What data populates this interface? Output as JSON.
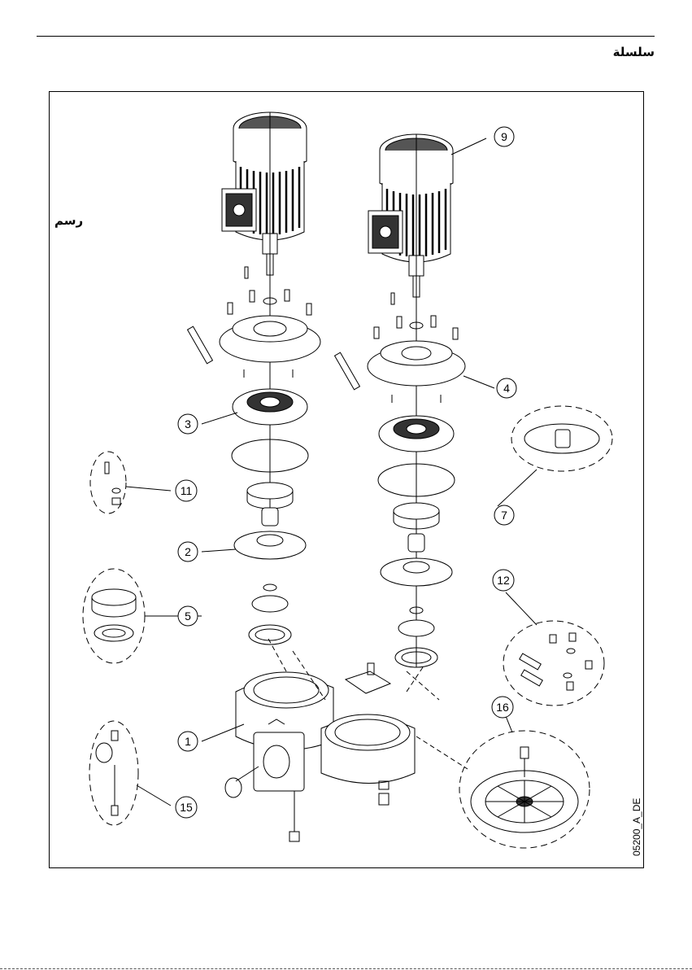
{
  "header": {
    "series_label": "سلسلة"
  },
  "figure": {
    "label": "رسم",
    "drawing_id": "05200_A_DE",
    "callouts": [
      "1",
      "2",
      "3",
      "4",
      "5",
      "7",
      "9",
      "11",
      "12",
      "15",
      "16"
    ]
  }
}
